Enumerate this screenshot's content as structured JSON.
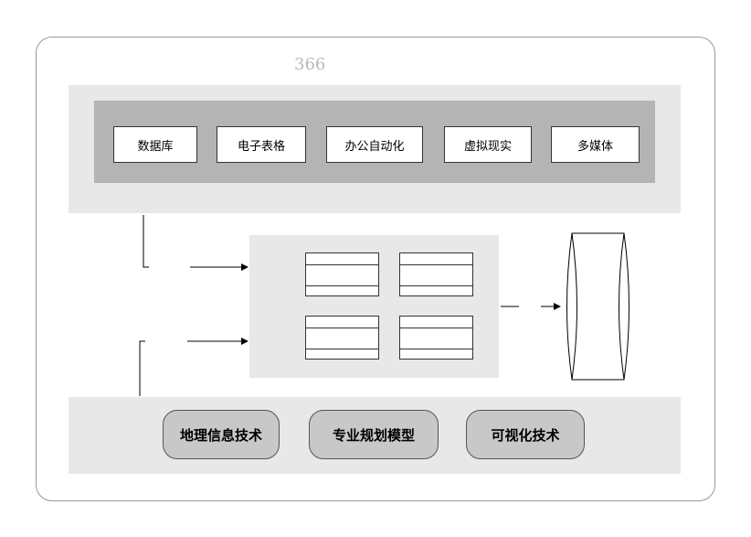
{
  "diagram": {
    "document_number": "366",
    "applications": [
      "数据库",
      "电子表格",
      "办公自动化",
      "虚拟现实",
      "多媒体"
    ],
    "technologies": [
      "地理信息技术",
      "专业规划模型",
      "可视化技术"
    ],
    "data_tables_count": 4
  }
}
